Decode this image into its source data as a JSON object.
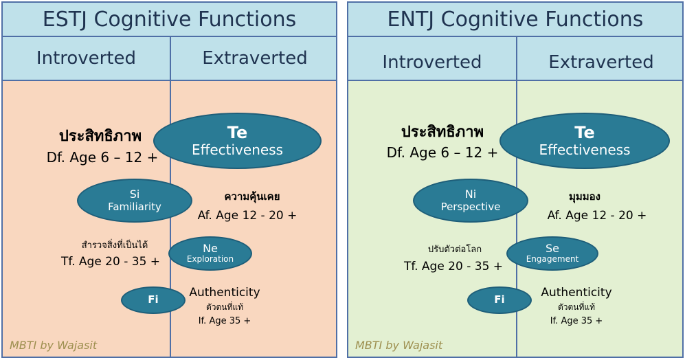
{
  "left": {
    "title": "ESTJ  Cognitive Functions",
    "introverted": "Introverted",
    "extraverted": "Extraverted",
    "dominant": {
      "thai": "ประสิทธิภาพ",
      "age": "Df. Age 6 – 12 +",
      "code": "Te",
      "name": "Effectiveness"
    },
    "auxiliary": {
      "code": "Si",
      "name": "Familiarity",
      "thai": "ความคุ้นเคย",
      "age": "Af. Age  12 - 20 +"
    },
    "tertiary": {
      "thai": "สำรวจสิ่งที่เป็นได้",
      "age": "Tf. Age  20 - 35 +",
      "code": "Ne",
      "name": "Exploration"
    },
    "inferior": {
      "code": "Fi",
      "name": "Authenticity",
      "thai": "ตัวตนที่แท้",
      "age": "If. Age   35 +"
    },
    "signature": "MBTI by Wajasit",
    "body_color": "#f9d7bf"
  },
  "right": {
    "title": "ENTJ  Cognitive Functions",
    "introverted": "Introverted",
    "extraverted": "Extraverted",
    "dominant": {
      "thai": "ประสิทธิภาพ",
      "age": "Df. Age 6 – 12 +",
      "code": "Te",
      "name": "Effectiveness"
    },
    "auxiliary": {
      "code": "Ni",
      "name": "Perspective",
      "thai": "มุมมอง",
      "age": "Af. Age  12 - 20 +"
    },
    "tertiary": {
      "thai": "ปรับตัวต่อโลก",
      "age": "Tf. Age  20 - 35 +",
      "code": "Se",
      "name": "Engagement"
    },
    "inferior": {
      "code": "Fi",
      "name": "Authenticity",
      "thai": "ตัวตนที่แท้",
      "age": "If. Age   35 +"
    },
    "signature": "MBTI by Wajasit",
    "body_color": "#e3f0d2"
  },
  "colors": {
    "header": "#bfe1ea",
    "ellipse": "#2a7b95",
    "border": "#4f6fa6"
  }
}
